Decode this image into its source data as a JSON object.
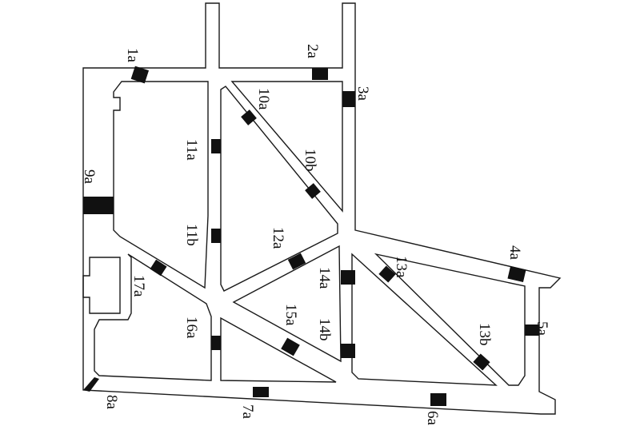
{
  "gauges": [
    {
      "id": "1a",
      "label": "1a"
    },
    {
      "id": "2a",
      "label": "2a"
    },
    {
      "id": "3a",
      "label": "3a"
    },
    {
      "id": "4a",
      "label": "4a"
    },
    {
      "id": "5a",
      "label": "5a"
    },
    {
      "id": "6a",
      "label": "6a"
    },
    {
      "id": "7a",
      "label": "7a"
    },
    {
      "id": "8a",
      "label": "8a"
    },
    {
      "id": "9a",
      "label": "9a"
    },
    {
      "id": "10a",
      "label": "10a"
    },
    {
      "id": "10b",
      "label": "10b"
    },
    {
      "id": "11a",
      "label": "11a"
    },
    {
      "id": "11b",
      "label": "11b"
    },
    {
      "id": "12a",
      "label": "12a"
    },
    {
      "id": "13a",
      "label": "13a"
    },
    {
      "id": "13b",
      "label": "13b"
    },
    {
      "id": "14a",
      "label": "14a"
    },
    {
      "id": "14b",
      "label": "14b"
    },
    {
      "id": "15a",
      "label": "15a"
    },
    {
      "id": "16a",
      "label": "16a"
    },
    {
      "id": "17a",
      "label": "17a"
    }
  ],
  "colors": {
    "stroke": "#1a1a1a",
    "gauge": "#111111",
    "background": "#ffffff"
  }
}
